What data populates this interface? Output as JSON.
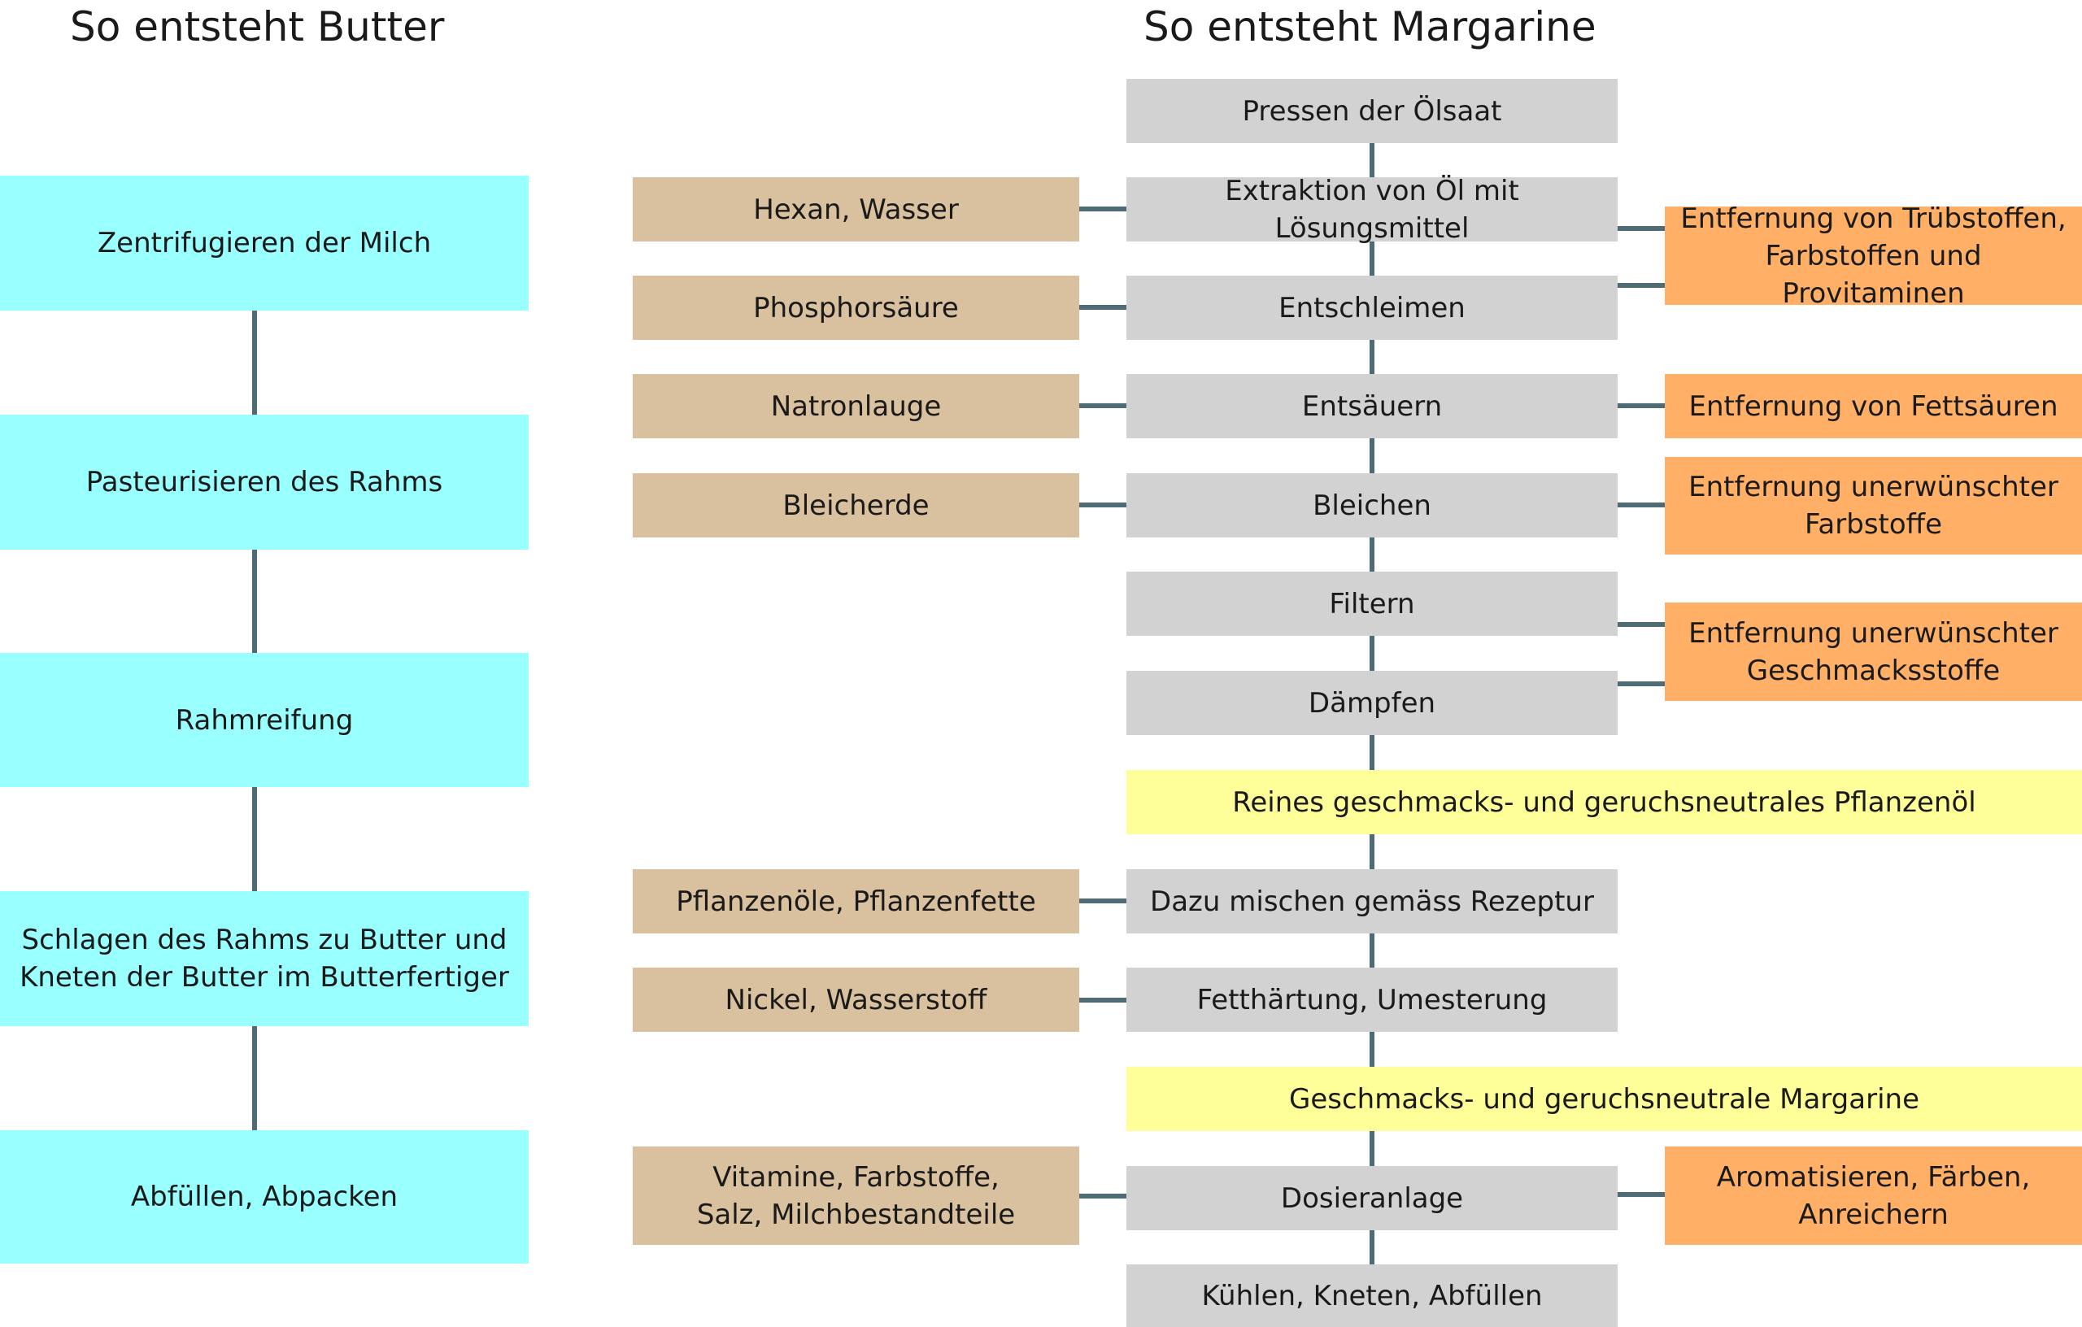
{
  "titles": {
    "butter": "So entsteht Butter",
    "margarine": "So entsteht Margarine"
  },
  "colors": {
    "butter_step": "#99ffff",
    "additive": "#d9c09f",
    "process_step": "#d2d2d2",
    "intermediate_product": "#ffff99",
    "effect": "#ffb066",
    "connector": "#4f6b76"
  },
  "butter": {
    "steps": [
      "Zentrifugieren der Milch",
      "Pasteurisieren des Rahms",
      "Rahmreifung",
      "Schlagen des Rahms zu Butter und\nKneten der Butter im Butterfertiger",
      "Abfüllen, Abpacken"
    ]
  },
  "margarine": {
    "steps": [
      "Pressen der Ölsaat",
      "Extraktion von Öl mit Lösungsmittel",
      "Entschleimen",
      "Entsäuern",
      "Bleichen",
      "Filtern",
      "Dämpfen",
      "Reines geschmacks- und geruchsneutrales Pflanzenöl",
      "Dazu mischen gemäss Rezeptur",
      "Fetthärtung, Umesterung",
      "Geschmacks- und geruchsneutrale Margarine",
      "Dosieranlage",
      "Kühlen, Kneten, Abfüllen"
    ],
    "additives": [
      "Hexan, Wasser",
      "Phosphorsäure",
      "Natronlauge",
      "Bleicherde",
      "Pflanzenöle, Pflanzenfette",
      "Nickel, Wasserstoff",
      "Vitamine, Farbstoffe,\nSalz, Milchbestandteile"
    ],
    "effects": [
      "Entfernung von Trübstoffen,\nFarbstoffen und Provitaminen",
      "Entfernung von Fettsäuren",
      "Entfernung unerwünschter\nFarbstoffe",
      "Entfernung unerwünschter\nGeschmacksstoffe",
      "Aromatisieren, Färben,\nAnreichern"
    ]
  }
}
